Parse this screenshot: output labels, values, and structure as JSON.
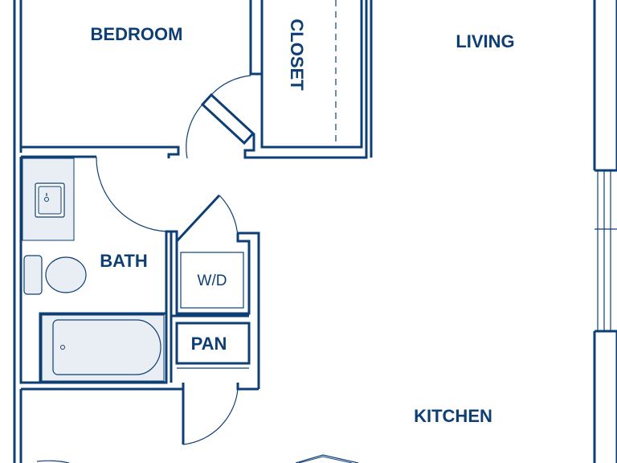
{
  "floorplan": {
    "colors": {
      "wall": "#0e3f74",
      "text": "#0e3f74",
      "fixture_fill": "#e8eef3",
      "background": "#ffffff"
    },
    "rooms": {
      "bedroom": "BEDROOM",
      "closet": "CLOSET",
      "living": "LIVING",
      "bath": "BATH",
      "washer_dryer": "W/D",
      "pantry": "PAN",
      "kitchen": "KITCHEN"
    },
    "fixtures": [
      "sink-icon",
      "toilet-icon",
      "bathtub-icon",
      "window-icon"
    ]
  }
}
